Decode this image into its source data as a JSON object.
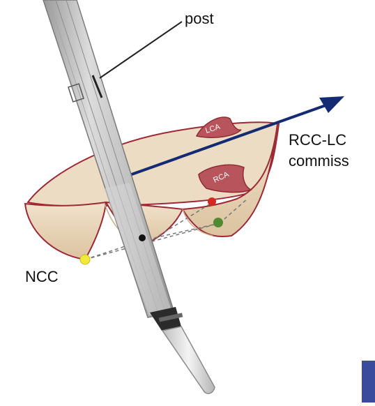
{
  "labels": {
    "post": "post",
    "rcc_lcc_line1": "RCC-LC",
    "rcc_lcc_line2": "commiss",
    "ncc": "NCC",
    "lca": "LCA",
    "rca": "RCA"
  },
  "colors": {
    "leaflet_fill": "#e9d6ba",
    "leaflet_outline": "#9c2a36",
    "coronary_fill": "#b8545c",
    "arrow": "#142a73",
    "catheter_body": "#b9b9b9",
    "catheter_dark": "#2b2b2b",
    "marker_red": "#d12a22",
    "marker_green": "#4f8a32",
    "marker_yellow": "#f2ea3a",
    "marker_black": "#111111",
    "corner_block": "#3a4a9c"
  },
  "icons": [
    "catheter-tube",
    "tapered-tip",
    "arrow-direction",
    "aortic-valve-leaflets"
  ]
}
